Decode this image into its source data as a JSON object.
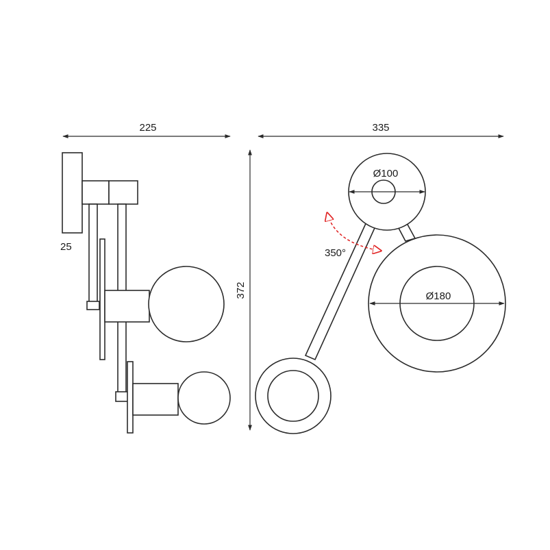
{
  "dimensions": {
    "side_width": "225",
    "front_width": "335",
    "height": "372",
    "depth_plate": "25",
    "small_disc_diameter": "Ø100",
    "large_disc_diameter": "Ø180",
    "rotation_angle": "350°"
  },
  "colors": {
    "line": "#2a2a2a",
    "rotation_arrow": "#e02020",
    "background": "#ffffff"
  }
}
